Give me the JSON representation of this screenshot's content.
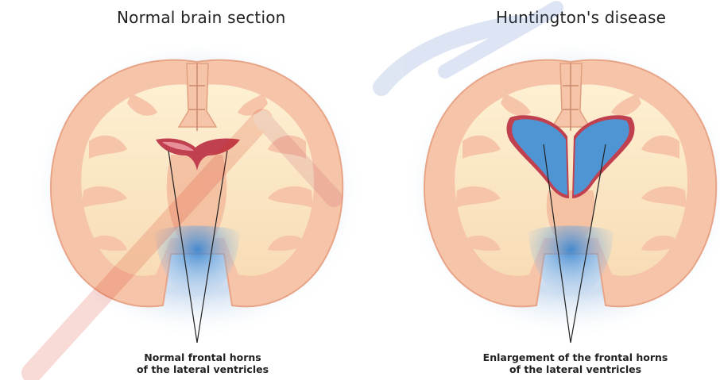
{
  "panels": {
    "left": {
      "title": "Normal brain section",
      "caption_line1": "Normal frontal horns",
      "caption_line2": "of the lateral ventricles"
    },
    "right": {
      "title": "Huntington's disease",
      "caption_line1": "Enlargement of the frontal horns",
      "caption_line2": "of the lateral ventricles"
    }
  },
  "colors": {
    "cortex": "#f6c4a8",
    "cortex_edge": "#eaa486",
    "white_matter": "#fbe7c2",
    "ventricle_normal": "#c0404f",
    "ventricle_enlarged": "#4f95d4",
    "lower_ventricle": "#5ba1da",
    "watermark": "#d8321c"
  }
}
